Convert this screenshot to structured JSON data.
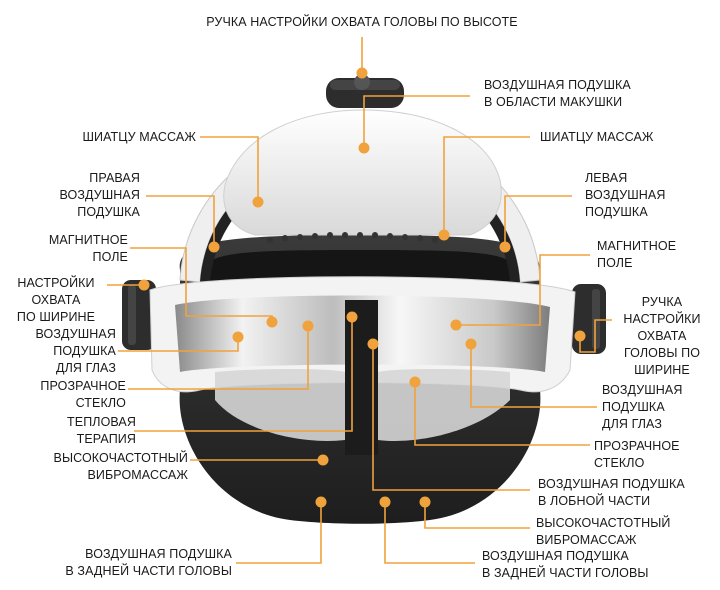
{
  "colors": {
    "accent": "#f0a23c",
    "text": "#1a1a1a",
    "shell": "#f4f4f4",
    "body": "#2b2b2b"
  },
  "labels": {
    "top": "РУЧКА НАСТРОЙКИ ОХВАТА ГОЛОВЫ ПО ВЫСОТЕ",
    "crown_l1": "ВОЗДУШНАЯ ПОДУШКА",
    "crown_l2": "В ОБЛАСТИ МАКУШКИ",
    "shiatsu_l": "ШИАТЦУ МАССАЖ",
    "shiatsu_r": "ШИАТЦУ МАССАЖ",
    "right_pad_l1": "ПРАВАЯ",
    "right_pad_l2": "ВОЗДУШНАЯ",
    "right_pad_l3": "ПОДУШКА",
    "left_pad_l1": "ЛЕВАЯ",
    "left_pad_l2": "ВОЗДУШНАЯ",
    "left_pad_l3": "ПОДУШКА",
    "mag_l_l1": "МАГНИТНОЕ",
    "mag_l_l2": "ПОЛЕ",
    "mag_r_l1": "МАГНИТНОЕ",
    "mag_r_l2": "ПОЛЕ",
    "width_l_l1": "НАСТРОЙКИ",
    "width_l_l2": "ОХВАТА",
    "width_l_l3": "ПО ШИРИНЕ",
    "width_r_l1": "РУЧКА",
    "width_r_l2": "НАСТРОЙКИ",
    "width_r_l3": "ОХВАТА",
    "width_r_l4": "ГОЛОВЫ ПО",
    "width_r_l5": "ШИРИНЕ",
    "eye_l_l1": "ВОЗДУШНАЯ",
    "eye_l_l2": "ПОДУШКА",
    "eye_l_l3": "ДЛЯ ГЛАЗ",
    "eye_r_l1": "ВОЗДУШНАЯ",
    "eye_r_l2": "ПОДУШКА",
    "eye_r_l3": "ДЛЯ ГЛАЗ",
    "glass_l_l1": "ПРОЗРАЧНОЕ",
    "glass_l_l2": "СТЕКЛО",
    "glass_r_l1": "ПРОЗРАЧНОЕ",
    "glass_r_l2": "СТЕКЛО",
    "heat_l1": "ТЕПЛОВАЯ",
    "heat_l2": "ТЕРАПИЯ",
    "vib_l_l1": "ВЫСОКОЧАСТОТНЫЙ",
    "vib_l_l2": "ВИБРОМАССАЖ",
    "vib_r_l1": "ВЫСОКОЧАСТОТНЫЙ",
    "vib_r_l2": "ВИБРОМАССАЖ",
    "fore_l1": "ВОЗДУШНАЯ ПОДУШКА",
    "fore_l2": "В ЛОБНОЙ ЧАСТИ",
    "back_l_l1": "ВОЗДУШНАЯ ПОДУШКА",
    "back_l_l2": "В ЗАДНЕЙ ЧАСТИ ГОЛОВЫ",
    "back_r_l1": "ВОЗДУШНАЯ ПОДУШКА",
    "back_r_l2": "В ЗАДНЕЙ ЧАСТИ ГОЛОВЫ"
  }
}
